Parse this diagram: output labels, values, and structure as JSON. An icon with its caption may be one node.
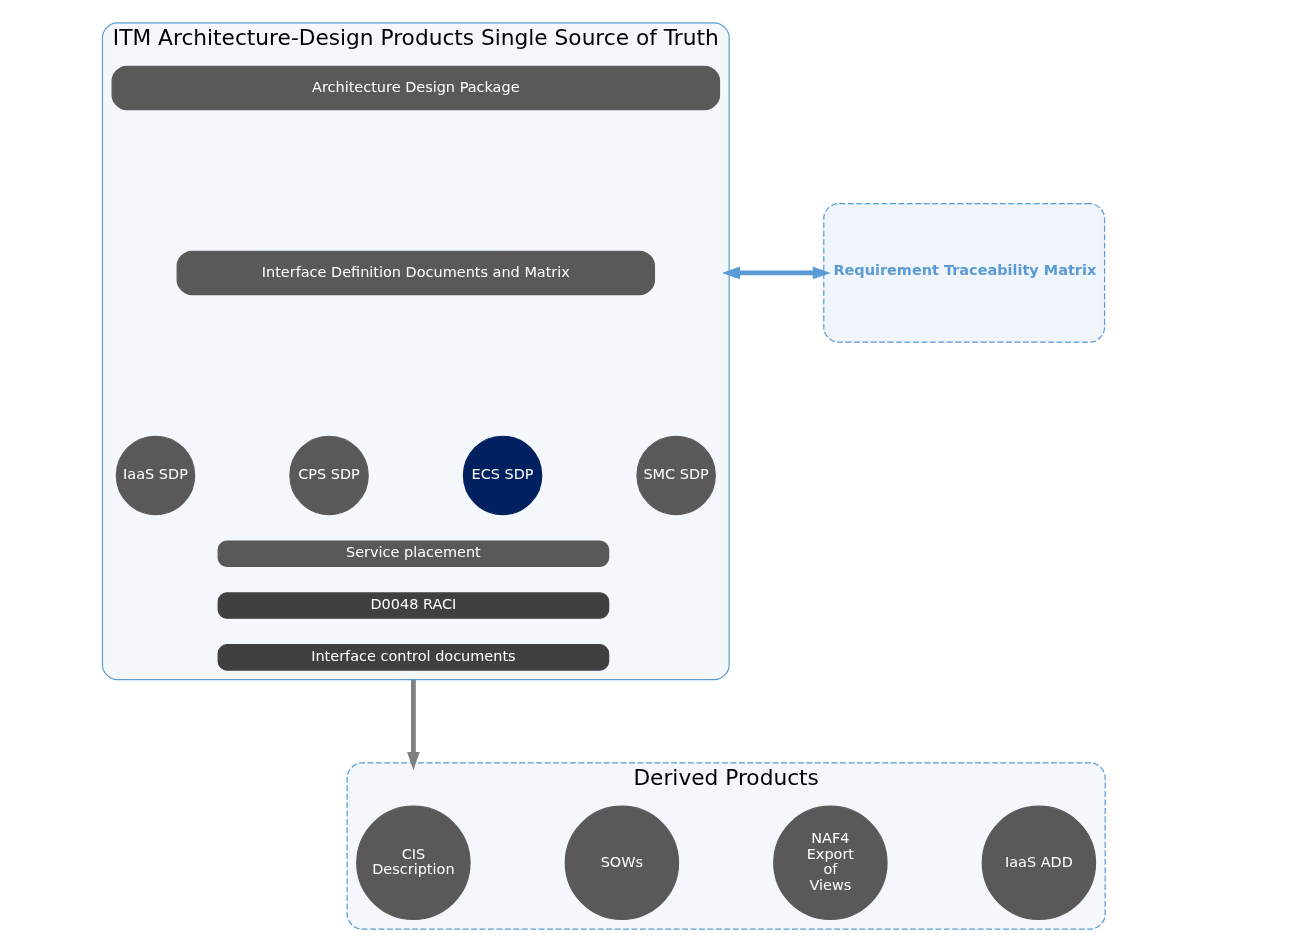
{
  "diagram": {
    "nodes": [
      {
        "text": [
          "ITM Architecture-Design Products Single Source of Truth"
        ]
      },
      {
        "text": [
          "Architecture Design Package"
        ],
        "in": 0
      },
      {
        "text": [
          "Interface Definition Documents and Matrix"
        ],
        "in": 0
      },
      {
        "text": [
          "IaaS SDP"
        ],
        "in": 0
      },
      {
        "text": [
          "CPS SDP"
        ],
        "in": 0
      },
      {
        "text": [
          "ECS SDP"
        ],
        "in": 0
      },
      {
        "text": [
          "SMC SDP"
        ],
        "in": 0
      },
      {
        "text": [
          "Service placement"
        ],
        "in": 0
      },
      {
        "text": [
          "D0048 RACI"
        ],
        "in": 0
      },
      {
        "text": [
          "Interface control documents"
        ],
        "in": 0
      },
      {
        "text": [
          "Requirement Traceability Matrix"
        ]
      },
      {
        "text": [
          "Derived Products"
        ]
      },
      {
        "text": [
          "CIS Description"
        ],
        "in": 11
      },
      {
        "text": [
          "SOWs"
        ],
        "in": 11
      },
      {
        "text": [
          "NAF4 Export of Views"
        ],
        "in": 11
      },
      {
        "text": [
          "IaaS ADD"
        ],
        "in": 11
      }
    ],
    "edges": [
      {
        "from": 0,
        "to": 11,
        "arrow": "to",
        "color": "#808080"
      },
      {
        "from": 0,
        "to": 10,
        "arrow": "both",
        "color": "#5b9bd5"
      }
    ]
  }
}
